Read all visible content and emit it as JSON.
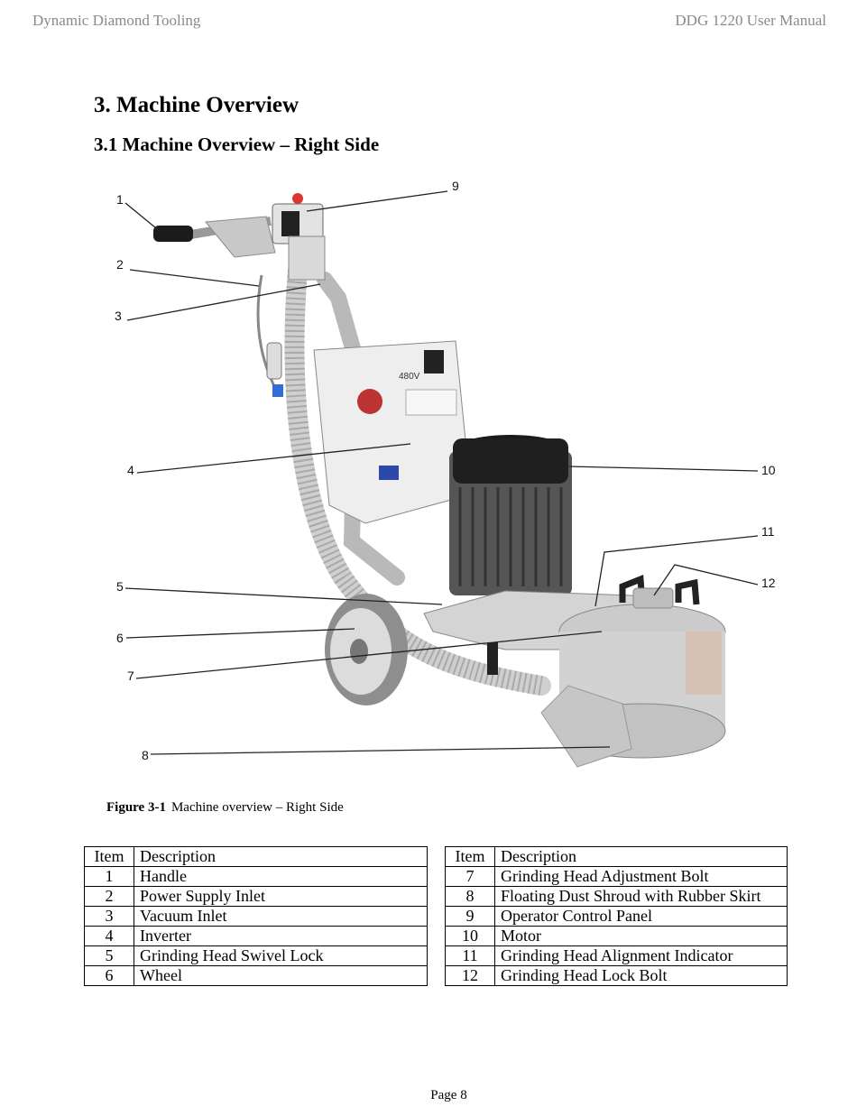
{
  "header": {
    "left": "Dynamic Diamond Tooling",
    "right": "DDG 1220 User Manual"
  },
  "heading": "3. Machine Overview",
  "subheading": "3.1 Machine Overview – Right Side",
  "figure": {
    "callouts": [
      "1",
      "2",
      "3",
      "4",
      "5",
      "6",
      "7",
      "8",
      "9",
      "10",
      "11",
      "12"
    ],
    "usa_flag_alt": "usa-flag",
    "inverter_label": "480V"
  },
  "caption": {
    "number": "Figure 3-1",
    "text": "Machine overview – Right Side"
  },
  "tables": {
    "left": {
      "headers": [
        "Item",
        "Description"
      ],
      "rows": [
        [
          "1",
          "Handle"
        ],
        [
          "2",
          "Power Supply Inlet"
        ],
        [
          "3",
          "Vacuum Inlet"
        ],
        [
          "4",
          "Inverter"
        ],
        [
          "5",
          "Grinding Head Swivel Lock"
        ],
        [
          "6",
          "Wheel"
        ]
      ]
    },
    "right": {
      "headers": [
        "Item",
        "Description"
      ],
      "rows": [
        [
          "7",
          "Grinding Head Adjustment Bolt"
        ],
        [
          "8",
          "Floating Dust Shroud with Rubber Skirt"
        ],
        [
          "9",
          "Operator Control Panel"
        ],
        [
          "10",
          "Motor"
        ],
        [
          "11",
          "Grinding Head Alignment Indicator"
        ],
        [
          "12",
          "Grinding Head Lock Bolt"
        ]
      ]
    }
  },
  "footer": "Page 8"
}
